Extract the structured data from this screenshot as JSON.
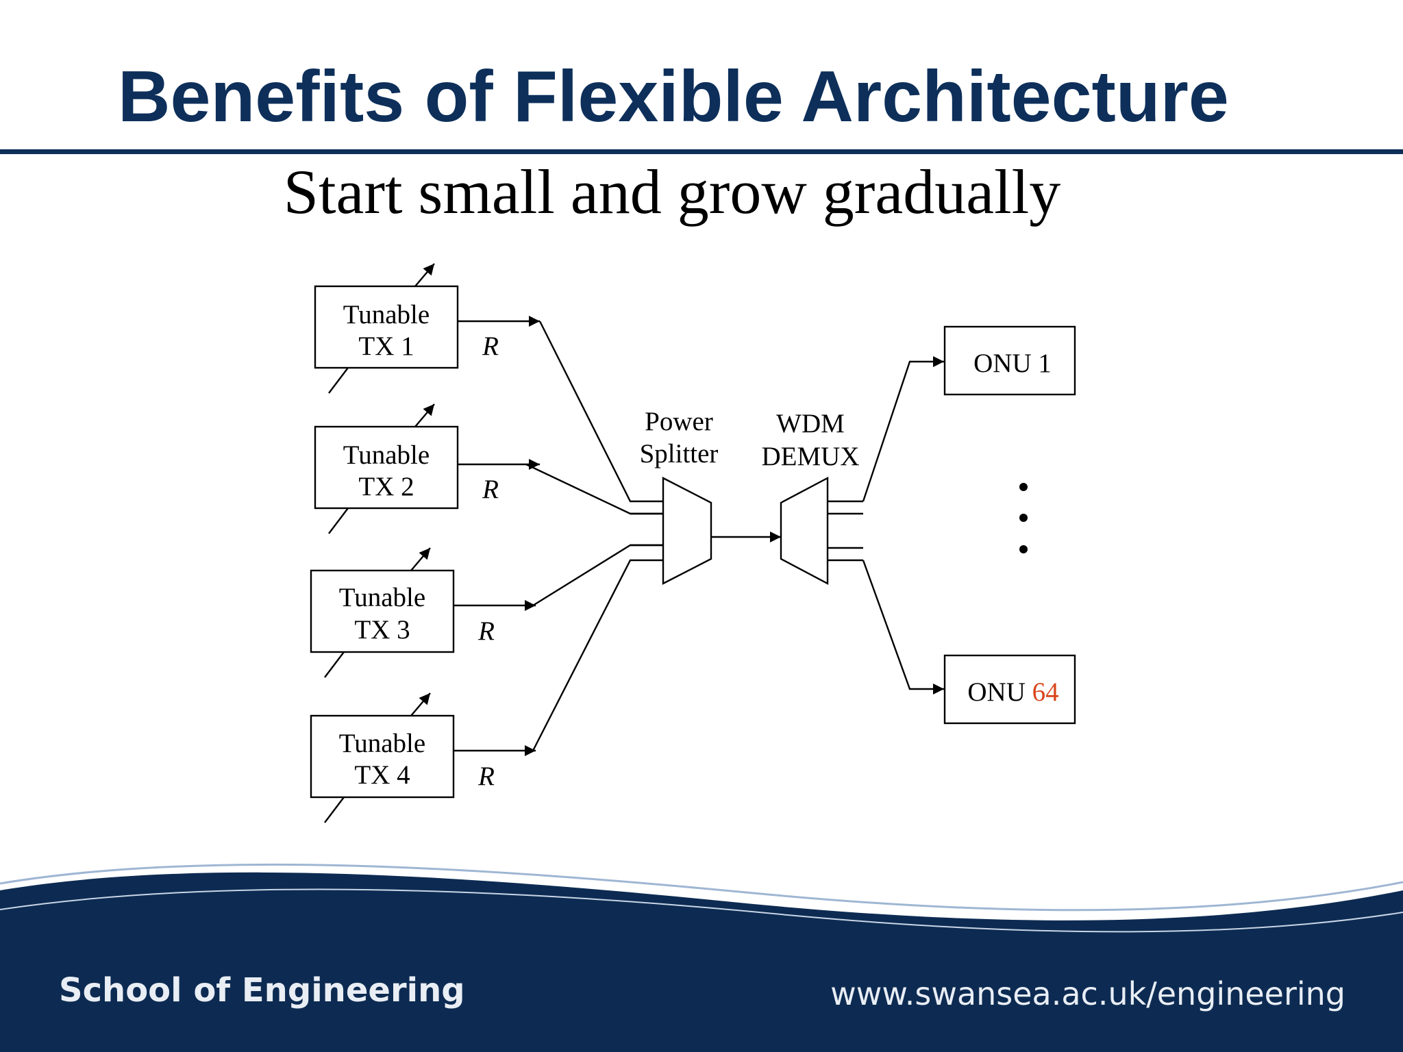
{
  "slide": {
    "title": "Benefits of Flexible Architecture",
    "subtitle": "Start small and grow gradually"
  },
  "diagram": {
    "transmitters": [
      {
        "line1": "Tunable",
        "line2": "TX 1",
        "rate": "R"
      },
      {
        "line1": "Tunable",
        "line2": "TX 2",
        "rate": "R"
      },
      {
        "line1": "Tunable",
        "line2": "TX 3",
        "rate": "R"
      },
      {
        "line1": "Tunable",
        "line2": "TX 4",
        "rate": "R"
      }
    ],
    "splitter": {
      "line1": "Power",
      "line2": "Splitter"
    },
    "demux": {
      "line1": "WDM",
      "line2": "DEMUX"
    },
    "onus": [
      {
        "prefix": "ONU",
        "number": "1"
      },
      {
        "prefix": "ONU",
        "number": "64"
      }
    ],
    "colors": {
      "line": "#000000",
      "highlight_number": "#d9451b"
    }
  },
  "footer": {
    "left": "School of Engineering",
    "right": "www.swansea.ac.uk/engineering",
    "band_color": "#0d2b52"
  }
}
